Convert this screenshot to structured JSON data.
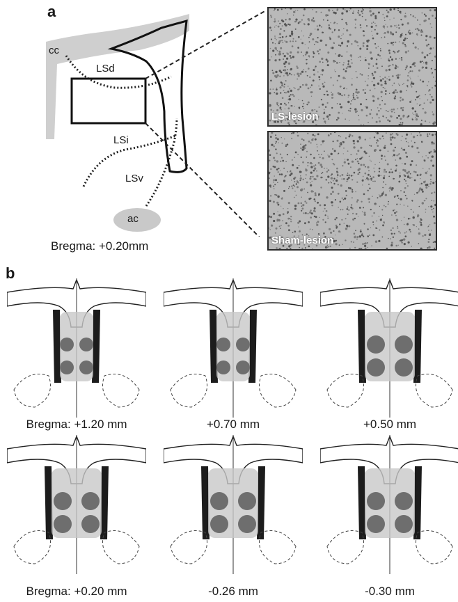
{
  "panel_a": {
    "letter": "a",
    "labels": {
      "cc": "cc",
      "lsd": "LSd",
      "lsi": "LSi",
      "lsv": "LSv",
      "ac": "ac"
    },
    "bregma_caption": "Bregma: +0.20mm",
    "micrographs": [
      {
        "label": "LS-lesion"
      },
      {
        "label": "Sham-lesion"
      }
    ]
  },
  "panel_b": {
    "letter": "b",
    "sections": [
      {
        "caption": "Bregma: +1.20 mm",
        "lesion_count": 4
      },
      {
        "caption": "+0.70 mm",
        "lesion_count": 4
      },
      {
        "caption": "+0.50 mm",
        "lesion_count": 4
      },
      {
        "caption": "Bregma: +0.20 mm",
        "lesion_count": 4
      },
      {
        "caption": "-0.26 mm",
        "lesion_count": 4
      },
      {
        "caption": "-0.30 mm",
        "lesion_count": 4
      }
    ]
  },
  "colors": {
    "lesion_dark": "#6e6e6e",
    "lesion_light": "#c8c8c8",
    "ventricle": "#1c1c1c",
    "white_matter_gray": "#c9c9c9"
  }
}
